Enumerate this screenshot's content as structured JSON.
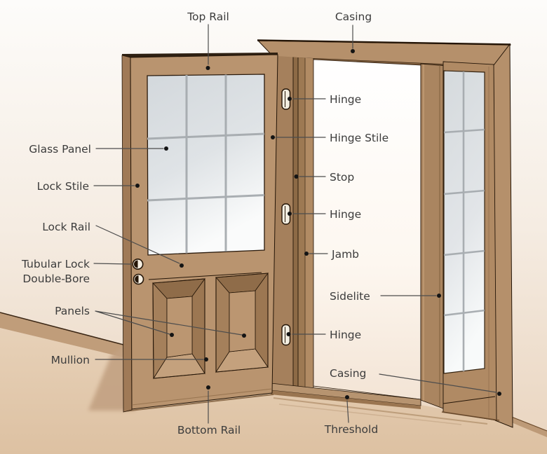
{
  "diagram": {
    "type": "labeled_illustration",
    "labels": {
      "top_rail": "Top Rail",
      "casing_top": "Casing",
      "glass_panel": "Glass Panel",
      "lock_stile": "Lock Stile",
      "lock_rail": "Lock Rail",
      "tubular_lock_line1": "Tubular Lock",
      "tubular_lock_line2": "Double-Bore",
      "panels": "Panels",
      "mullion": "Mullion",
      "bottom_rail": "Bottom Rail",
      "hinge_top": "Hinge",
      "hinge_stile": "Hinge Stile",
      "stop": "Stop",
      "hinge_middle": "Hinge",
      "jamb": "Jamb",
      "sidelite": "Sidelite",
      "hinge_bottom": "Hinge",
      "casing_bottom": "Casing",
      "threshold": "Threshold"
    },
    "colors": {
      "wood_face": "#b9946f",
      "wood_edge": "#a07a57",
      "wood_casing": "#b5906b",
      "wood_dark": "#8d6a46",
      "wood_jamb": "#b18b64",
      "glass": "#dfe3e6",
      "wall_top": "#fdfcfa",
      "wall_bottom": "#e9d4be",
      "floor": "#e2cbb1",
      "hinge": "#f2ede0",
      "outline": "#241507",
      "label_text": "#3c3c3c"
    }
  }
}
